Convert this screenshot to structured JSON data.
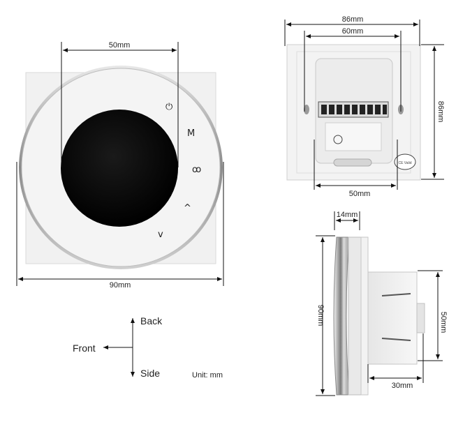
{
  "front_view": {
    "width_top_label": "50mm",
    "width_bottom_label": "90mm",
    "buttons": [
      {
        "name": "power",
        "glyph": "⏻"
      },
      {
        "name": "mode",
        "glyph": "M"
      },
      {
        "name": "fan",
        "glyph": "ꝏ"
      },
      {
        "name": "up",
        "glyph": "^"
      },
      {
        "name": "down",
        "glyph": "v"
      }
    ]
  },
  "back_view": {
    "width_top_label": "86mm",
    "width_mid_label": "60mm",
    "width_bottom_label": "50mm",
    "height_label": "86mm",
    "stamp_label": "CE Valid"
  },
  "side_view": {
    "thickness_label": "14mm",
    "height_label": "90mm",
    "box_height_label": "50mm",
    "depth_label": "30mm"
  },
  "orientation": {
    "back_label": "Back",
    "front_label": "Front",
    "side_label": "Side",
    "unit_label": "Unit: mm"
  }
}
